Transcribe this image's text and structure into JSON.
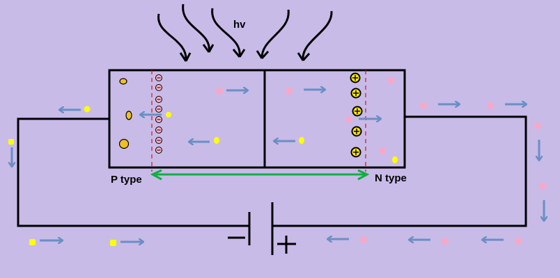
{
  "diagram": {
    "photon_label": "hv",
    "p_label": "P type",
    "n_label": "N type",
    "battery_minus": "−",
    "battery_plus": "+",
    "ion_negative_symbol": "−",
    "ion_positive_symbol": "+",
    "colors": {
      "background": "#c8bbe8",
      "wire": "#000000",
      "electron": "#ffff00",
      "hole": "#f7a8c8",
      "arrow": "#6a8fc4",
      "depletion_edge": "#e01010",
      "depletion_arrow": "#10b040",
      "acceptor_ion": "#f7b0c8",
      "donor_ion": "#ffe800",
      "dopant": "#f0c020"
    },
    "icons": [
      "photon-arrow-icon",
      "battery-icon",
      "electron-icon",
      "hole-icon",
      "negative-ion-icon",
      "positive-ion-icon"
    ]
  }
}
